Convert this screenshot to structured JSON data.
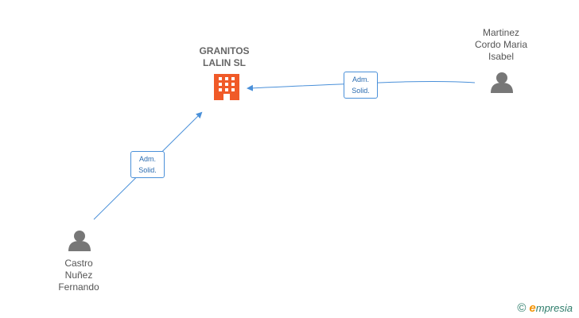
{
  "nodes": {
    "company": {
      "label_line1": "GRANITOS",
      "label_line2": "LALIN SL",
      "color": "#f05a28"
    },
    "person_right": {
      "line1": "Martinez",
      "line2": "Cordo Maria",
      "line3": "Isabel"
    },
    "person_left": {
      "line1": "Castro",
      "line2": "Nuñez",
      "line3": "Fernando"
    }
  },
  "edges": [
    {
      "from": "person_right",
      "to": "company",
      "label_line1": "Adm.",
      "label_line2": "Solid."
    },
    {
      "from": "person_left",
      "to": "company",
      "label_line1": "Adm.",
      "label_line2": "Solid."
    }
  ],
  "colors": {
    "edge": "#4a90d9",
    "person_icon": "#777777"
  },
  "watermark": {
    "copyright": "©",
    "brand_first": "e",
    "brand_rest": "mpresia"
  }
}
